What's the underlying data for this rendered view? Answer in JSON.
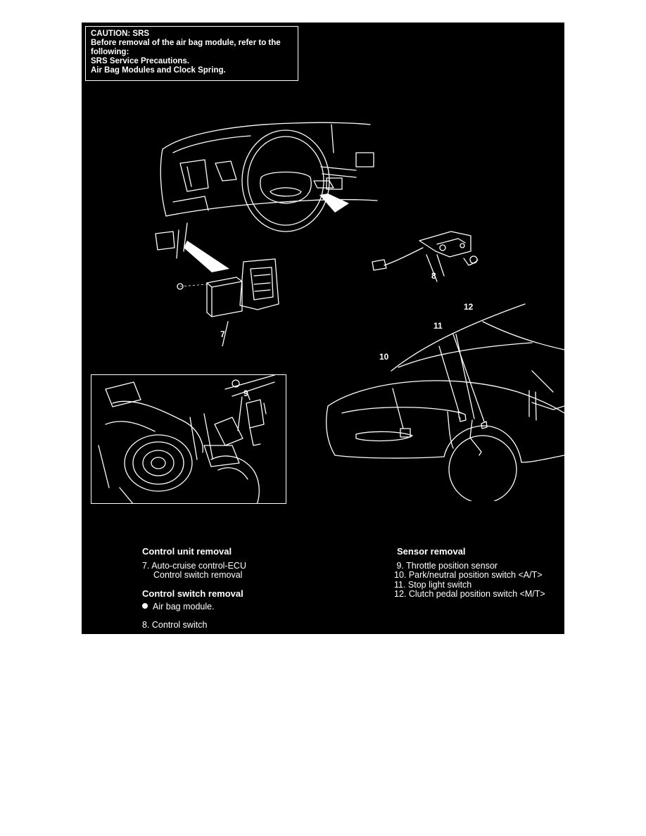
{
  "caution": {
    "line1": "CAUTION: SRS",
    "line2": "Before removal of the air bag module, refer to the",
    "line3": "following:",
    "line4": "SRS Service Precautions.",
    "line5": "Air Bag Modules and Clock Spring."
  },
  "callouts": {
    "c7": "7",
    "c8": "8",
    "c9": "9",
    "c10": "10",
    "c11": "11",
    "c12": "12"
  },
  "control_unit": {
    "heading": "Control unit removal",
    "item1": "7. Auto-cruise control-ECU",
    "item1_sub": "Control switch removal"
  },
  "control_switch": {
    "heading": "Control switch removal",
    "bullet": "Air bag module.",
    "item": "8. Control switch"
  },
  "sensor": {
    "heading": "Sensor removal",
    "items": [
      " 9. Throttle position sensor",
      "10. Park/neutral position switch <A/T>",
      "11. Stop light switch",
      "12. Clutch pedal position switch <M/T>"
    ]
  }
}
